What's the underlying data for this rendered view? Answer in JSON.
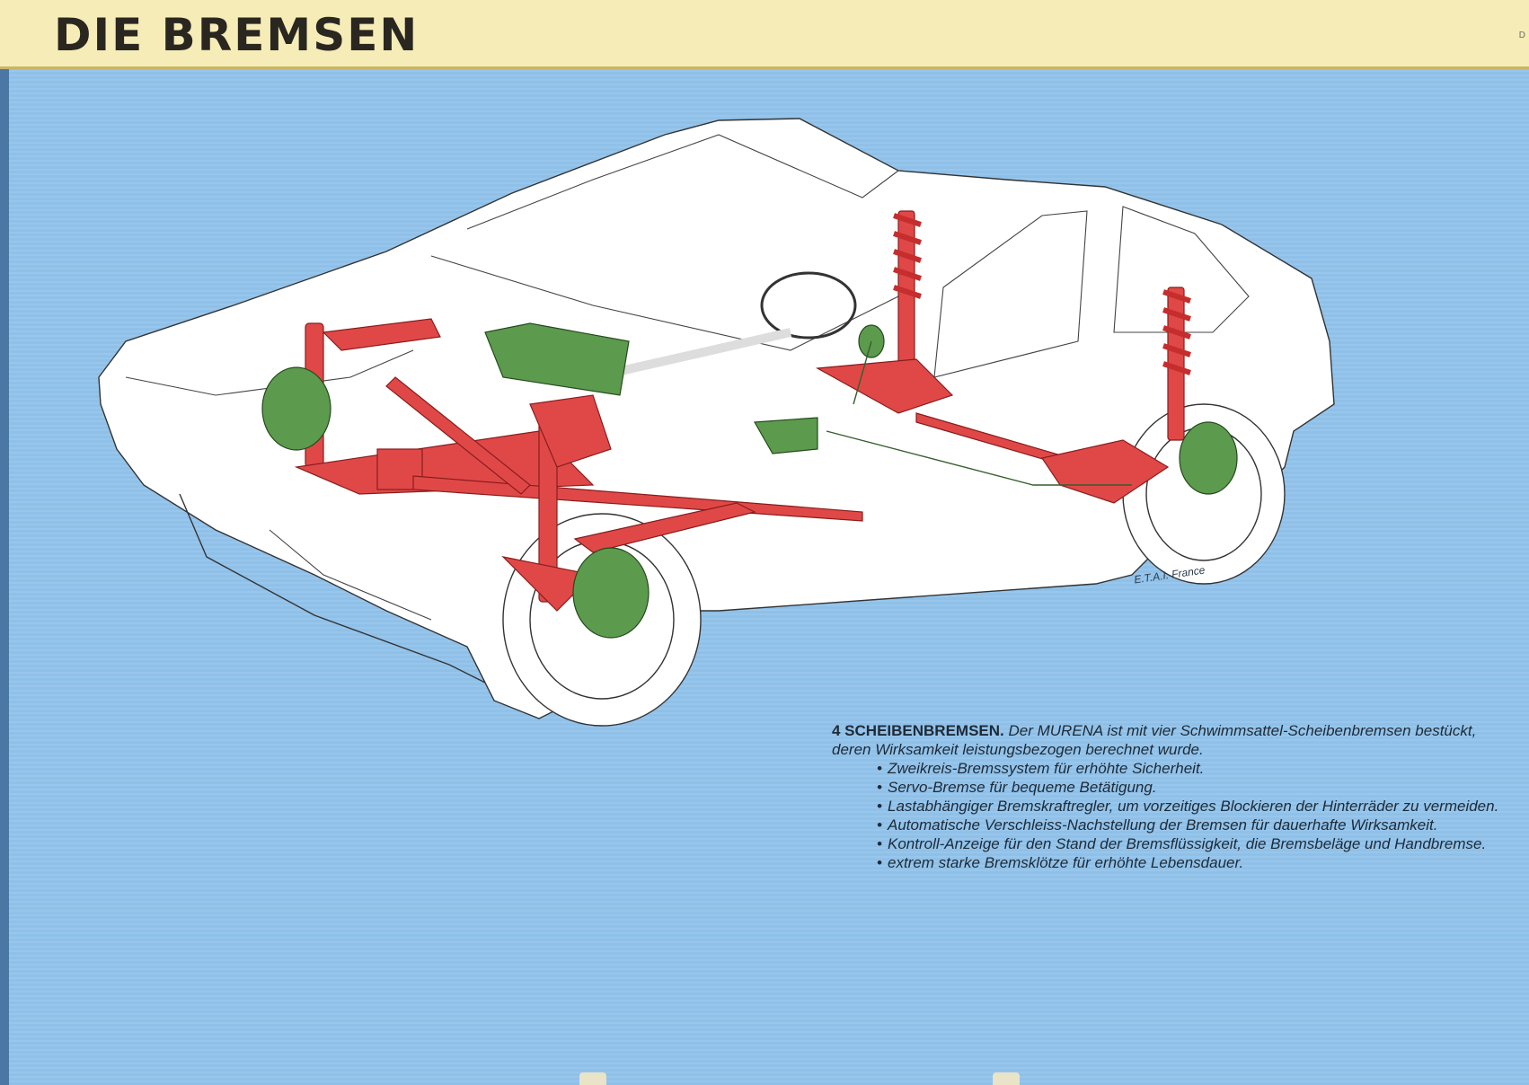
{
  "header": {
    "title": "DIE BREMSEN",
    "page_mark": "D"
  },
  "illustration": {
    "credit": "E.T.A.I. France",
    "colors": {
      "body": "#ffffff",
      "outline": "#333333",
      "suspension": "#e04848",
      "brakes": "#5c9a4e"
    }
  },
  "caption": {
    "lead": "4 SCHEIBENBREMSEN.",
    "intro": " Der MURENA ist mit vier Schwimmsattel-Scheibenbremsen bestückt, deren Wirksamkeit leistungsbezogen berechnet wurde.",
    "bullets": [
      "Zweikreis-Bremssystem für erhöhte Sicherheit.",
      "Servo-Bremse für bequeme Betätigung.",
      "Lastabhängiger Bremskraftregler, um vorzeitiges Blockieren der Hinterräder zu vermeiden.",
      "Automatische Verschleiss-Nachstellung der Bremsen für dauerhafte Wirksamkeit.",
      "Kontroll-Anzeige für den Stand der Bremsflüssigkeit, die Bremsbeläge und Handbremse.",
      "extrem starke Bremsklötze für erhöhte Lebensdauer."
    ]
  }
}
